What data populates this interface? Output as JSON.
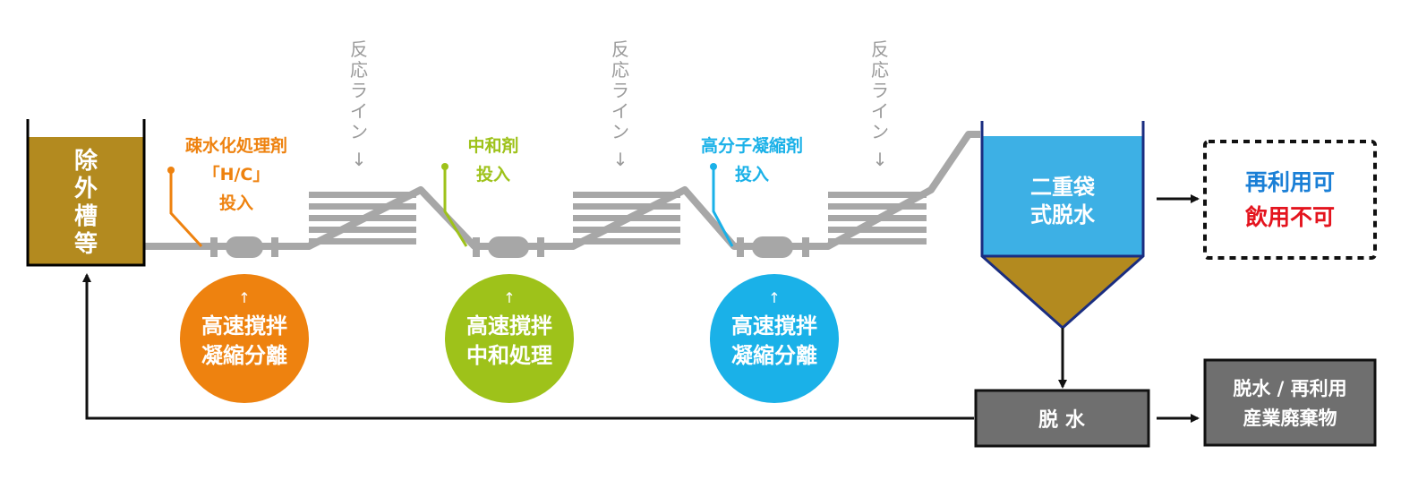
{
  "colors": {
    "orange": "#ee820f",
    "green": "#9ec21a",
    "blue": "#1ab1e8",
    "gray_text": "#9a9a9a",
    "pipe": "#a7a7a7",
    "tank": "#b38a1f",
    "water": "#3db0e5",
    "navy": "#1a2d80",
    "dark_box": "#6f6f6f",
    "red": "#e4141e"
  },
  "tank": {
    "label": [
      "除",
      "外",
      "槽",
      "等"
    ]
  },
  "reaction_label": [
    "反",
    "応",
    "ラ",
    "イ",
    "ン"
  ],
  "dosing": [
    {
      "lines": [
        "疎水化処理剤",
        "「H/C」",
        "投入"
      ],
      "color": "orange"
    },
    {
      "lines": [
        "中和剤",
        "投入"
      ],
      "color": "green"
    },
    {
      "lines": [
        "高分子凝縮剤",
        "投入"
      ],
      "color": "blue"
    }
  ],
  "circles": [
    {
      "lines": [
        "高速撹拌",
        "凝縮分離"
      ],
      "color": "orange"
    },
    {
      "lines": [
        "高速撹拌",
        "中和処理"
      ],
      "color": "green"
    },
    {
      "lines": [
        "高速撹拌",
        "凝縮分離"
      ],
      "color": "blue"
    }
  ],
  "separator": {
    "lines": [
      "二重袋",
      "式脱水"
    ]
  },
  "result": {
    "reuse": "再利用可",
    "not_drinkable": "飲用不可"
  },
  "dewater": {
    "label": "脱 水"
  },
  "waste": {
    "lines": [
      "脱水 / 再利用",
      "産業廃棄物"
    ]
  }
}
